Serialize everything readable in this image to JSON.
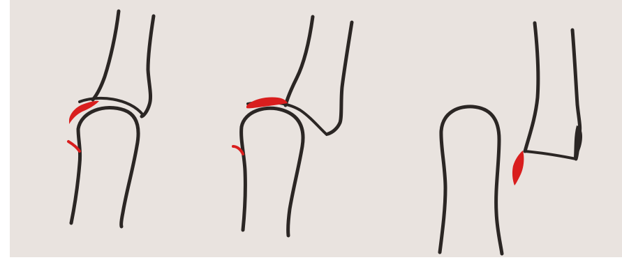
{
  "colors": {
    "paper": "#e9e3df",
    "ink": "#2b2624",
    "highlight": "#d91e1e",
    "border": "#ffffff"
  },
  "panels": [
    {
      "id": "panel-1",
      "description": ""
    },
    {
      "id": "panel-2",
      "description": ""
    },
    {
      "id": "panel-3",
      "description": ""
    }
  ]
}
